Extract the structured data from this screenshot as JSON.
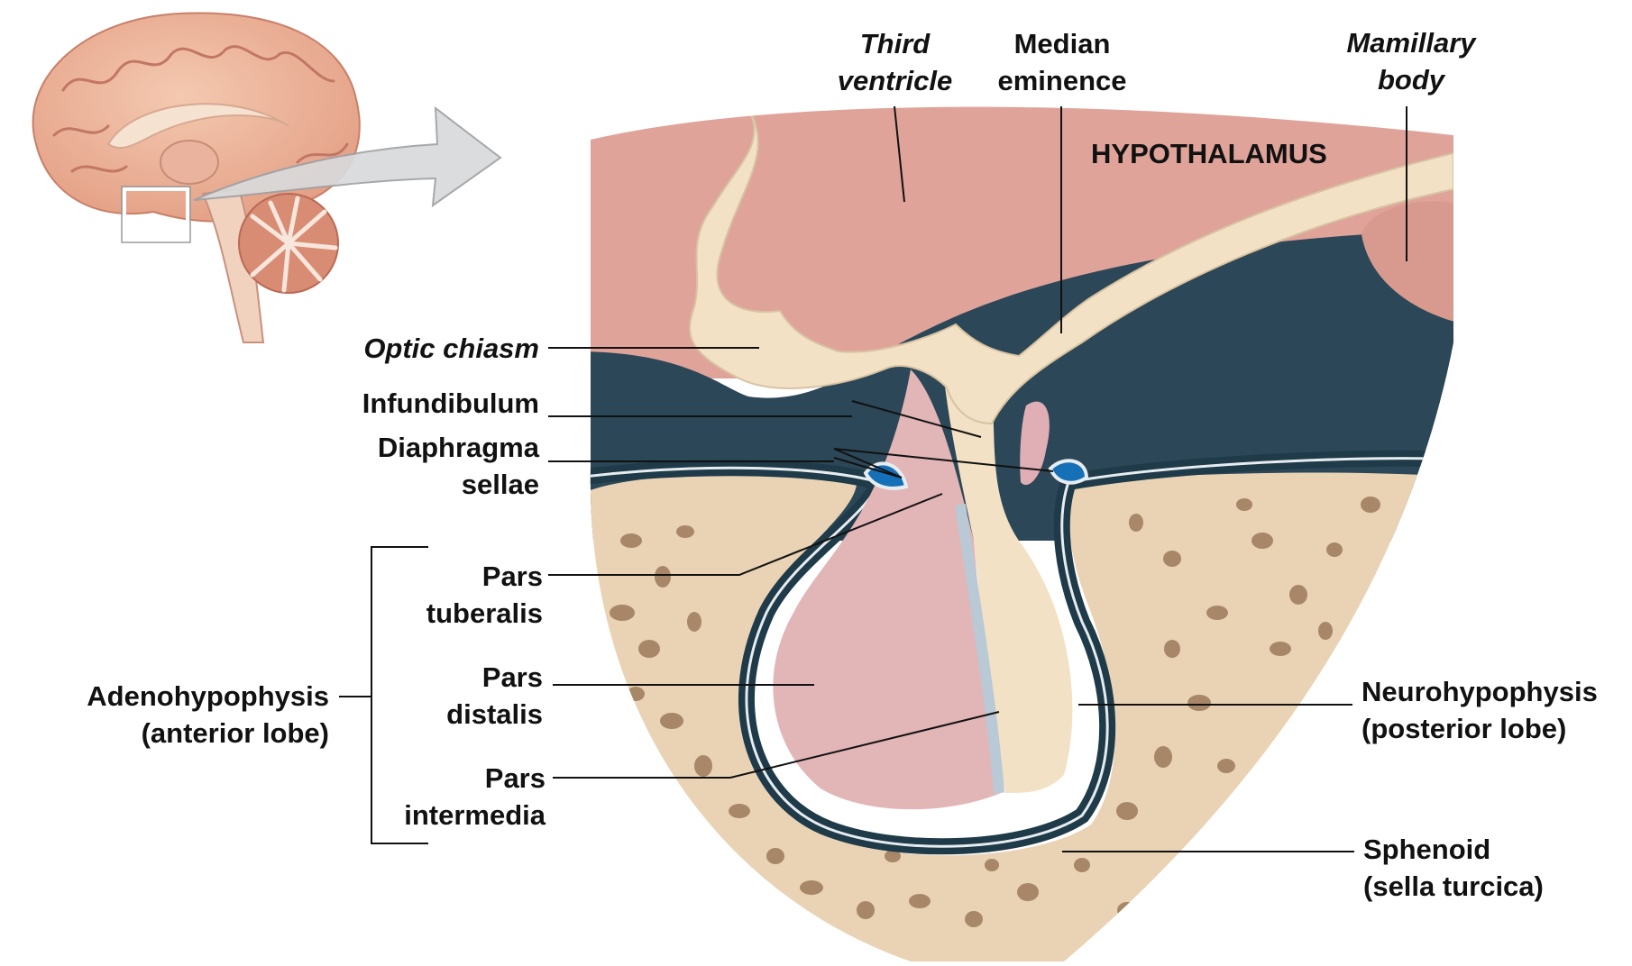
{
  "labels": {
    "third_ventricle": [
      "Third",
      "ventricle"
    ],
    "median_eminence": [
      "Median",
      "eminence"
    ],
    "mamillary_body": [
      "Mamillary",
      "body"
    ],
    "hypothalamus": "HYPOTHALAMUS",
    "optic_chiasm": "Optic chiasm",
    "infundibulum": "Infundibulum",
    "diaphragma_sellae": [
      "Diaphragma",
      "sellae"
    ],
    "pars_tuberalis": [
      "Pars",
      "tuberalis"
    ],
    "pars_distalis": [
      "Pars",
      "distalis"
    ],
    "pars_intermedia": [
      "Pars",
      "intermedia"
    ],
    "adenohypophysis": [
      "Adenohypophysis",
      "(anterior lobe)"
    ],
    "neurohypophysis": [
      "Neurohypophysis",
      "(posterior lobe)"
    ],
    "sphenoid": [
      "Sphenoid",
      "(sella turcica)"
    ]
  },
  "colors": {
    "hypothalamus_tissue": "#dfa399",
    "fluid_space": "#2c4757",
    "bone": "#e9d3b4",
    "bone_pore": "#9c7a5b",
    "nerve_tissue": "#f2e1c4",
    "anterior_lobe": "#e2b5b7",
    "capsule": "#1f3a48",
    "leader_line": "#111111"
  }
}
